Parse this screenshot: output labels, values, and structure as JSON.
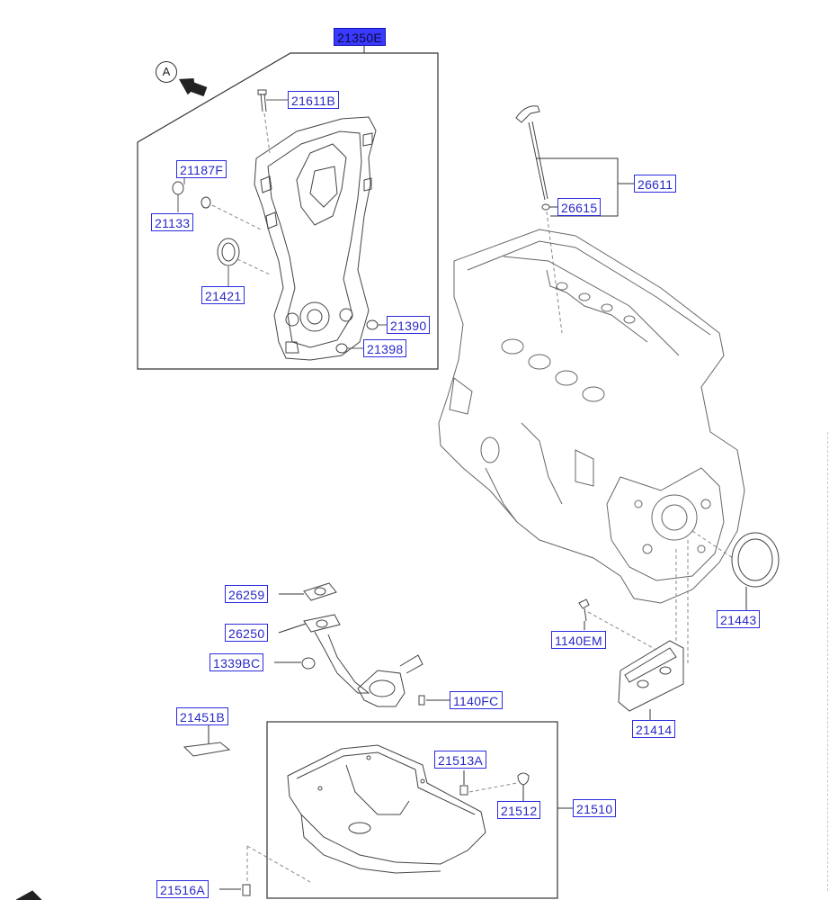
{
  "diagram": {
    "view_marker": "A",
    "parts": [
      {
        "id": "p21350E",
        "label": "21350E",
        "selected": true
      },
      {
        "id": "p21611B",
        "label": "21611B"
      },
      {
        "id": "p21187F",
        "label": "21187F"
      },
      {
        "id": "p21133",
        "label": "21133"
      },
      {
        "id": "p21421",
        "label": "21421"
      },
      {
        "id": "p21390",
        "label": "21390"
      },
      {
        "id": "p21398",
        "label": "21398"
      },
      {
        "id": "p26611",
        "label": "26611"
      },
      {
        "id": "p26615",
        "label": "26615"
      },
      {
        "id": "p26259",
        "label": "26259"
      },
      {
        "id": "p26250",
        "label": "26250"
      },
      {
        "id": "p1339BC",
        "label": "1339BC"
      },
      {
        "id": "p1140FC",
        "label": "1140FC"
      },
      {
        "id": "p1140EM",
        "label": "1140EM"
      },
      {
        "id": "p21443",
        "label": "21443"
      },
      {
        "id": "p21414",
        "label": "21414"
      },
      {
        "id": "p21451B",
        "label": "21451B"
      },
      {
        "id": "p21513A",
        "label": "21513A"
      },
      {
        "id": "p21512",
        "label": "21512"
      },
      {
        "id": "p21510",
        "label": "21510"
      },
      {
        "id": "p21516A",
        "label": "21516A"
      }
    ]
  }
}
